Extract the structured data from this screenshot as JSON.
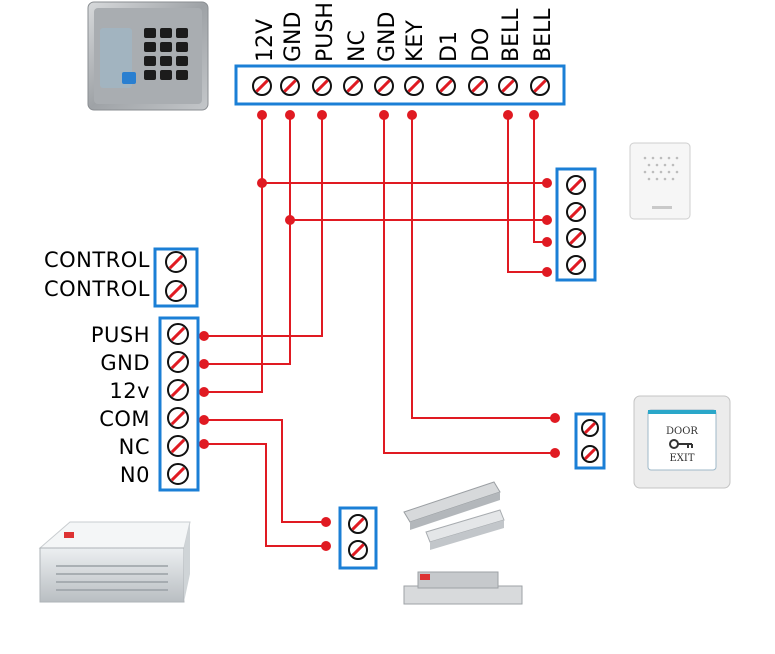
{
  "controller_terminals": [
    "12V",
    "GND",
    "PUSH",
    "NC",
    "GND",
    "KEY",
    "D1",
    "DO",
    "BELL",
    "BELL"
  ],
  "control_terminals": [
    "CONTROL",
    "CONTROL"
  ],
  "power_supply_terminals": [
    "PUSH",
    "GND",
    "12v",
    "COM",
    "NC",
    "N0"
  ],
  "exit_button": {
    "line1": "DOOR",
    "line2": "EXIT"
  },
  "colors": {
    "wire": "#e01a22",
    "block_border": "#1b7fd6"
  }
}
